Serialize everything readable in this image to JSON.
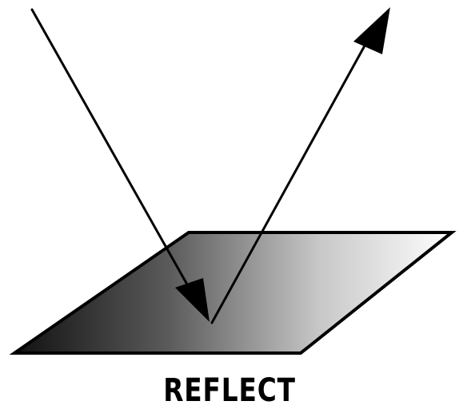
{
  "caption": "REFLECT",
  "icons": {
    "surface": "reflective-surface-plane",
    "incident": "incoming-ray-arrow",
    "reflected": "reflected-ray-arrow"
  },
  "colors": {
    "stroke": "#000000",
    "surface_dark": "#111111",
    "surface_light": "#ffffff",
    "background": "#ffffff"
  }
}
